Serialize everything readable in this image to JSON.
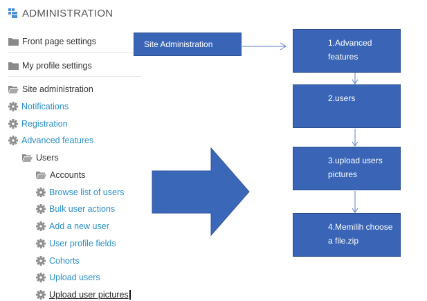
{
  "admin": {
    "title": "ADMINISTRATION",
    "items": [
      {
        "label": "Front page settings"
      },
      {
        "label": "My profile settings"
      },
      {
        "label": "Site administration"
      },
      {
        "label": "Notifications"
      },
      {
        "label": "Registration"
      },
      {
        "label": "Advanced features"
      },
      {
        "label": "Users"
      },
      {
        "label": "Accounts"
      },
      {
        "label": "Browse list of users"
      },
      {
        "label": "Bulk user actions"
      },
      {
        "label": "Add a new user"
      },
      {
        "label": "User profile fields"
      },
      {
        "label": "Cohorts"
      },
      {
        "label": "Upload users"
      },
      {
        "label": "Upload user pictures"
      }
    ]
  },
  "diagram": {
    "site_admin": "Site Administration",
    "steps": [
      {
        "line1": "1.Advanced",
        "line2": "features"
      },
      {
        "line1": "2.users",
        "line2": ""
      },
      {
        "line1": "3.upload users",
        "line2": "pictures"
      },
      {
        "line1": "4.Memilih choose",
        "line2": "a file.zip"
      }
    ]
  },
  "colors": {
    "box_fill": "#3a65b6",
    "link": "#2a8fc7",
    "arrow_fill": "#3b67b8"
  }
}
